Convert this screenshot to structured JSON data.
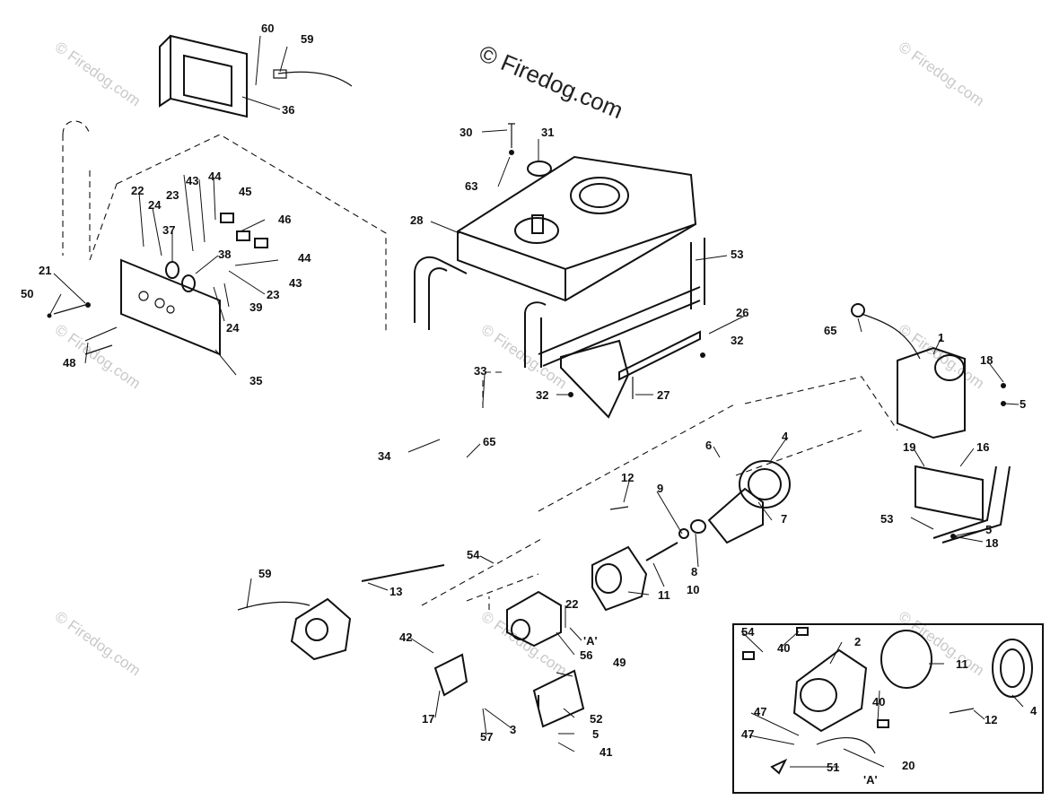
{
  "watermark_main": "© Firedog.com",
  "watermarks": [
    "© Firedog.com",
    "© Firedog.com",
    "© Firedog.com",
    "© Firedog.com",
    "© Firedog.com",
    "© Firedog.com",
    "© Firedog.com",
    "© Firedog.com"
  ],
  "callouts": [
    "60",
    "59",
    "36",
    "30",
    "31",
    "63",
    "28",
    "53",
    "22",
    "43",
    "44",
    "45",
    "23",
    "24",
    "46",
    "37",
    "38",
    "44",
    "21",
    "43",
    "23",
    "39",
    "50",
    "24",
    "48",
    "35",
    "26",
    "65",
    "1",
    "32",
    "18",
    "33",
    "5",
    "32",
    "27",
    "34",
    "65",
    "6",
    "4",
    "19",
    "16",
    "7",
    "12",
    "9",
    "53",
    "5",
    "18",
    "8",
    "54",
    "10",
    "59",
    "13",
    "11",
    "22",
    "A",
    "42",
    "56",
    "49",
    "54",
    "40",
    "2",
    "11",
    "17",
    "3",
    "52",
    "57",
    "5",
    "41",
    "40",
    "47",
    "12",
    "4",
    "47",
    "51",
    "A",
    "20"
  ]
}
